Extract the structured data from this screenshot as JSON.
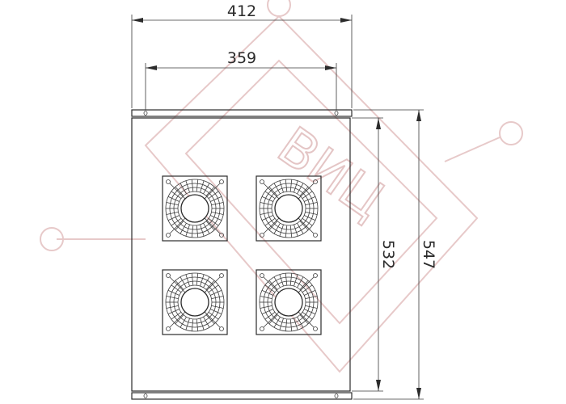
{
  "drawing": {
    "dimensions": {
      "overall_width": "412",
      "hole_spacing": "359",
      "panel_height": "532",
      "overall_height": "547"
    },
    "fans": {
      "count": 4
    },
    "watermark": {
      "text": "ВИЦ",
      "color": "#e4c5c5"
    },
    "line_color": "#2b2b2b"
  }
}
